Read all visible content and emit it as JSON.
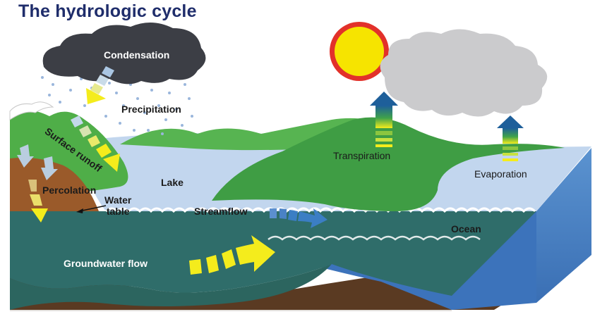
{
  "title": "The hydrologic cycle",
  "labels": {
    "condensation": "Condensation",
    "precipitation": "Precipitation",
    "surface_runoff": "Surface runoff",
    "transpiration": "Transpiration",
    "evaporation": "Evaporation",
    "lake": "Lake",
    "percolation": "Percolation",
    "water_table_line1": "Water",
    "water_table_line2": "table",
    "streamflow": "Streamflow",
    "ocean": "Ocean",
    "groundwater_flow": "Groundwater flow"
  },
  "colors": {
    "title": "#1f2d6b",
    "storm_cloud": "#3c3e45",
    "white_cloud": "#c9c9cb",
    "sun": "#f6e400",
    "sun_rays": "#e2312a",
    "land_green": "#4fae48",
    "hill_green": "#3b9a3f",
    "lake": "#c2d6ee",
    "ocean_top": "#bcd0ea",
    "ocean_side": "#4a86c9",
    "groundwater": "#2f6d6a",
    "soil": "#5a3a22",
    "percolation_soil": "#9a5a2a",
    "arrow_yellow": "#f4ec1c",
    "arrow_blue": "#3b7ec4"
  }
}
